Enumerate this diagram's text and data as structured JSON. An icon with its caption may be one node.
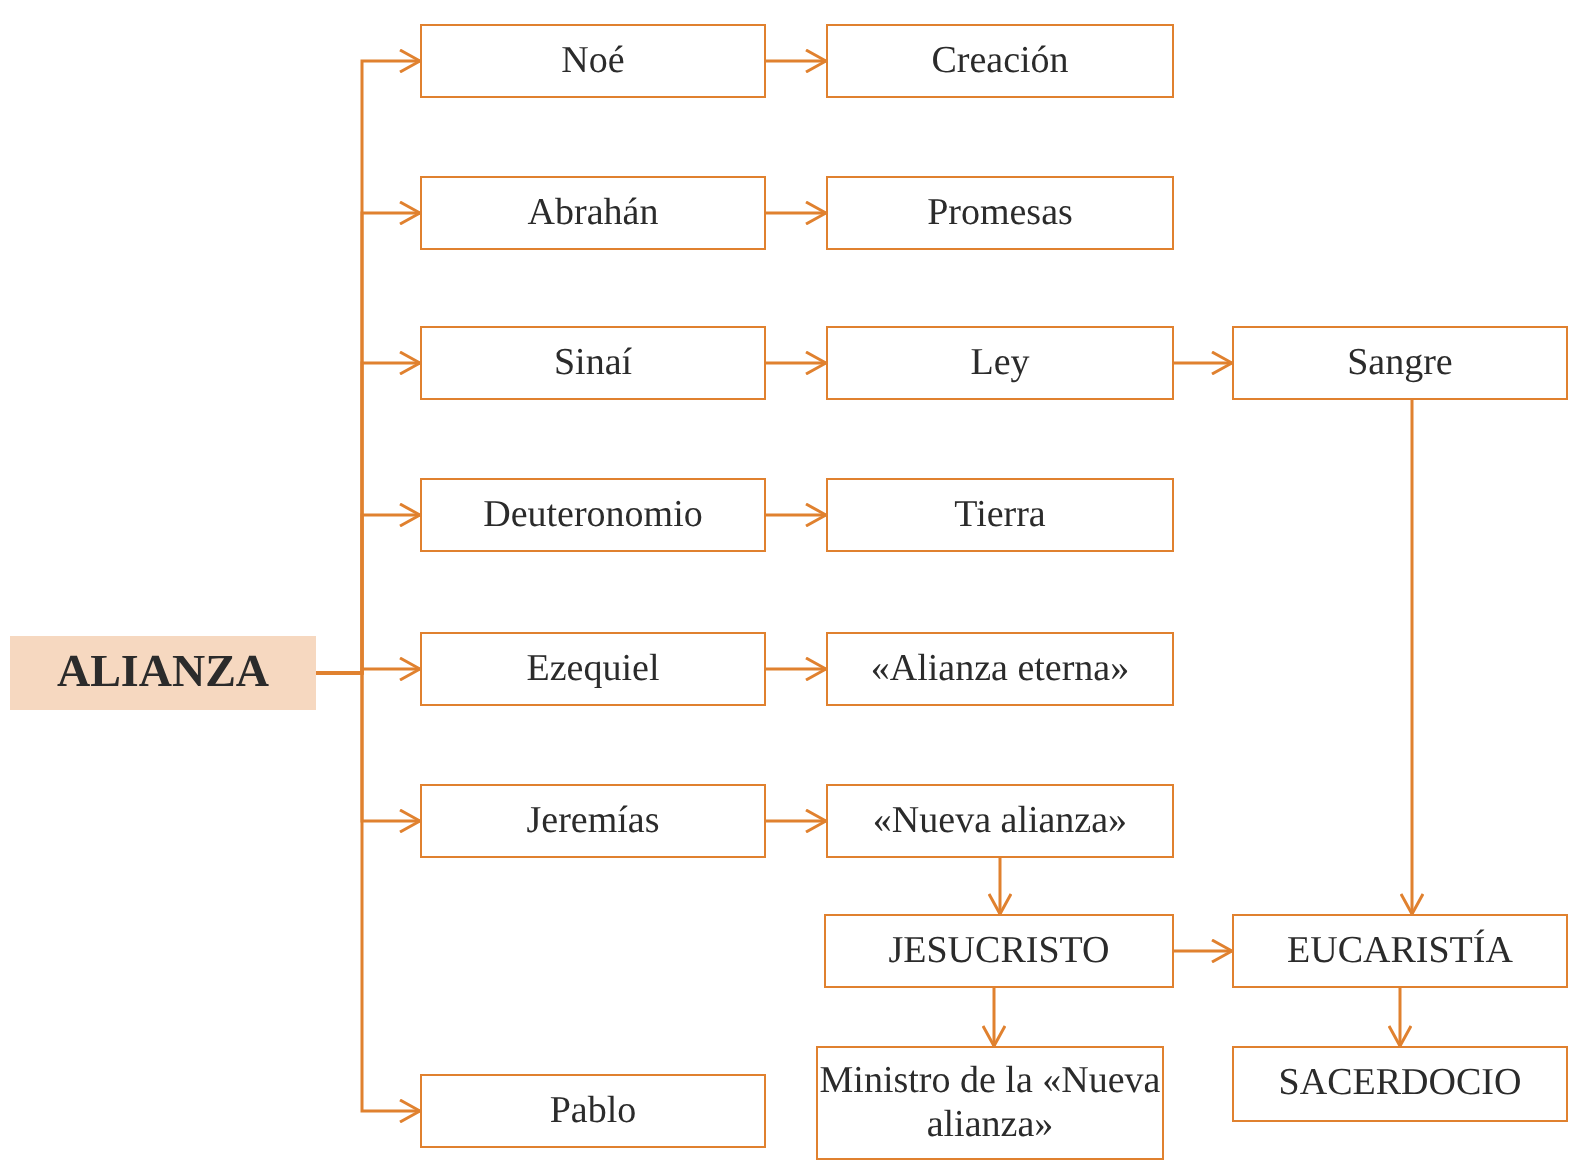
{
  "diagram": {
    "nodes": [
      {
        "text": [
          "ALIANZA"
        ]
      },
      {
        "text": [
          "Noé"
        ]
      },
      {
        "text": [
          "Creación"
        ]
      },
      {
        "text": [
          "Abrahán"
        ]
      },
      {
        "text": [
          "Promesas"
        ]
      },
      {
        "text": [
          "Sinaí"
        ]
      },
      {
        "text": [
          "Ley"
        ]
      },
      {
        "text": [
          "Sangre"
        ]
      },
      {
        "text": [
          "Deuteronomio"
        ]
      },
      {
        "text": [
          "Tierra"
        ]
      },
      {
        "text": [
          "Ezequiel"
        ]
      },
      {
        "text": [
          "«Alianza eterna»"
        ]
      },
      {
        "text": [
          "Jeremías"
        ]
      },
      {
        "text": [
          "«Nueva alianza»"
        ]
      },
      {
        "text": [
          "JESUCRISTO"
        ]
      },
      {
        "text": [
          "EUCARISTÍA"
        ]
      },
      {
        "text": [
          "Pablo"
        ]
      },
      {
        "text": [
          "Ministro de la «Nueva alianza»"
        ]
      },
      {
        "text": [
          "SACERDOCIO"
        ]
      }
    ],
    "edges": [
      {
        "from": 0,
        "to": 1,
        "arrow": "to"
      },
      {
        "from": 0,
        "to": 3,
        "arrow": "to"
      },
      {
        "from": 0,
        "to": 5,
        "arrow": "to"
      },
      {
        "from": 0,
        "to": 8,
        "arrow": "to"
      },
      {
        "from": 0,
        "to": 10,
        "arrow": "to"
      },
      {
        "from": 0,
        "to": 12,
        "arrow": "to"
      },
      {
        "from": 0,
        "to": 16,
        "arrow": "to"
      },
      {
        "from": 1,
        "to": 2,
        "arrow": "to"
      },
      {
        "from": 3,
        "to": 4,
        "arrow": "to"
      },
      {
        "from": 5,
        "to": 6,
        "arrow": "to"
      },
      {
        "from": 6,
        "to": 7,
        "arrow": "to"
      },
      {
        "from": 8,
        "to": 9,
        "arrow": "to"
      },
      {
        "from": 10,
        "to": 11,
        "arrow": "to"
      },
      {
        "from": 12,
        "to": 13,
        "arrow": "to"
      },
      {
        "from": 13,
        "to": 14,
        "arrow": "to"
      },
      {
        "from": 7,
        "to": 15,
        "arrow": "to"
      },
      {
        "from": 14,
        "to": 15,
        "arrow": "to"
      },
      {
        "from": 14,
        "to": 17,
        "arrow": "to"
      },
      {
        "from": 15,
        "to": 18,
        "arrow": "to"
      }
    ]
  }
}
